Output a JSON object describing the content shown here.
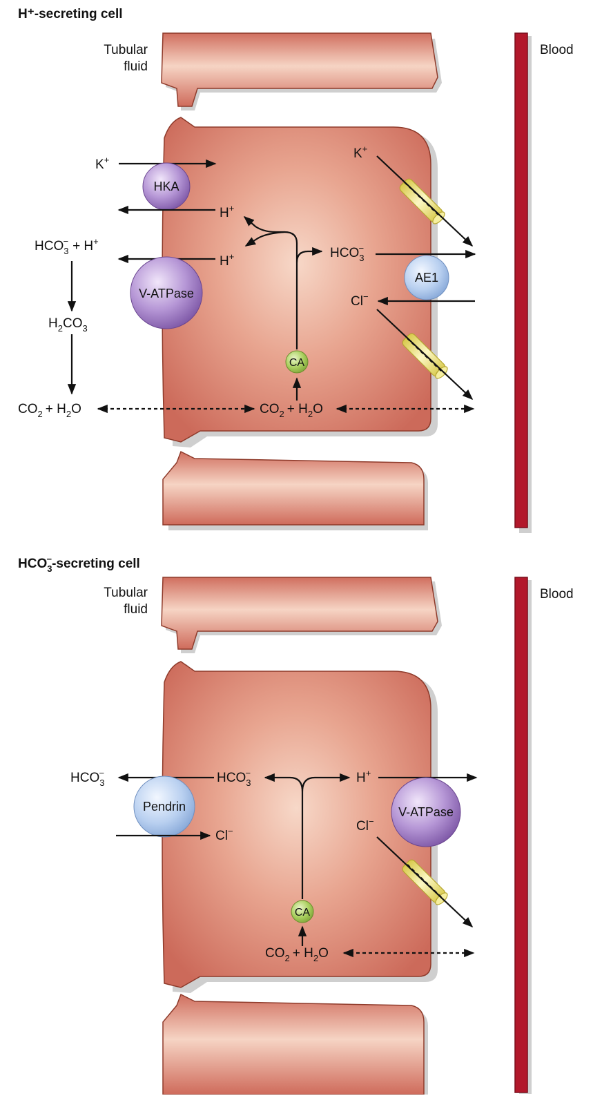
{
  "panel_top": {
    "title": "H⁺-secreting cell",
    "tubular_fluid_line1": "Tubular",
    "tubular_fluid_line2": "fluid",
    "blood": "Blood",
    "k_left": "K",
    "k_right": "K",
    "h_upper": "H",
    "h_lower": "H",
    "hco3_left": "HCO",
    "h_left_plus": "+ H",
    "h2co3": "H",
    "h2co3_mid": "CO",
    "co2_left": "CO",
    "co2_left_rest": "+ H",
    "co2_left_o": "O",
    "co2_center": "CO",
    "co2_center_rest": "+ H",
    "co2_center_o": "O",
    "hco3_right": "HCO",
    "cl_right": "Cl",
    "hka": "HKA",
    "vatpase": "V-ATPase",
    "ae1": "AE1",
    "ca": "CA"
  },
  "panel_bottom": {
    "title": "HCO",
    "title_rest": "-secreting cell",
    "tubular_fluid_line1": "Tubular",
    "tubular_fluid_line2": "fluid",
    "blood": "Blood",
    "hco3_left": "HCO",
    "hco3_center": "HCO",
    "h_right": "H",
    "cl_left": "Cl",
    "cl_right": "Cl",
    "pendrin": "Pendrin",
    "vatpase": "V-ATPase",
    "ca": "CA",
    "co2_center": "CO",
    "co2_center_rest": "+ H",
    "co2_center_o": "O"
  },
  "glyphs": {
    "plus": "+",
    "minus": "−",
    "sub2": "2",
    "sub3": "3"
  },
  "colors": {
    "cell": "#d7796a",
    "cell_light": "#f6d2c2",
    "cell_edge": "#8e3a2a",
    "blood_vessel": "#b2182b",
    "pump_purple": "#a07bc4",
    "exchanger_blue": "#a9c4ea",
    "carbonic_anhydrase": "#9cc54d",
    "channel_yellow": "#f2ea8a"
  }
}
